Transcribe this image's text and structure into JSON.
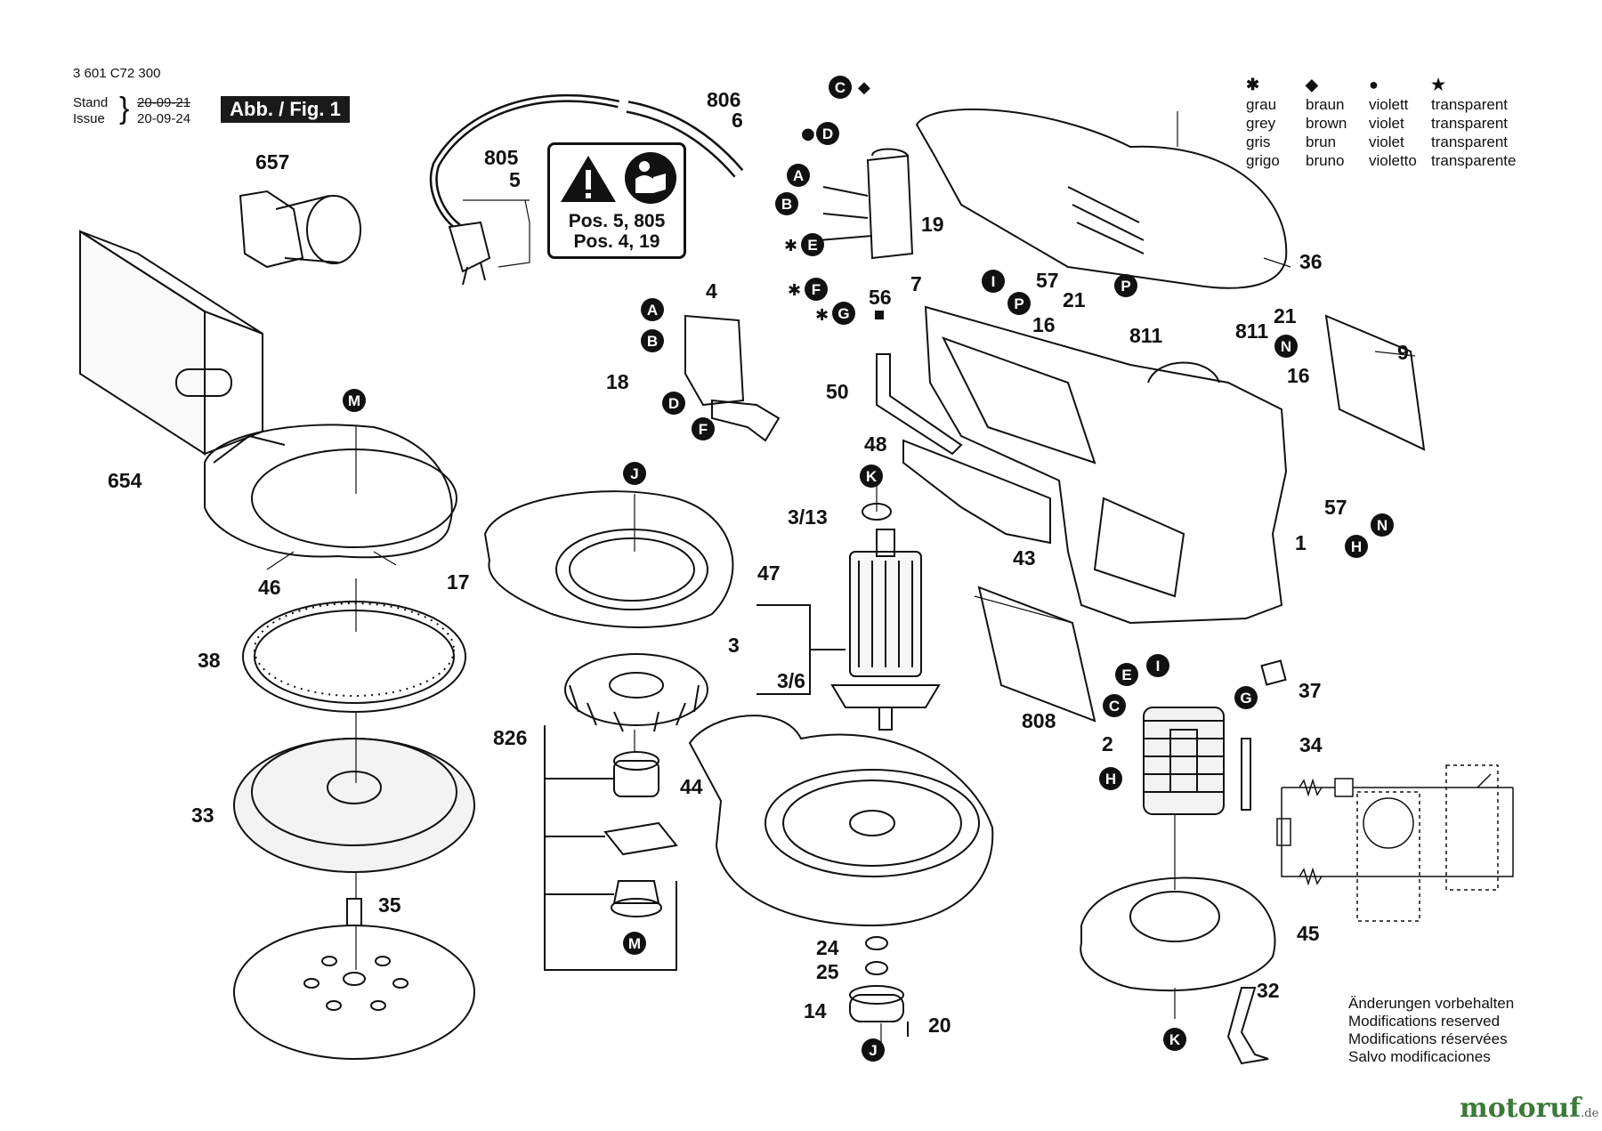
{
  "header": {
    "doc_number": "3 601 C72 300",
    "stand_label": "Stand",
    "issue_label": "Issue",
    "stand_date": "20-09-21",
    "issue_date": "20-09-24",
    "figure_label": "Abb. / Fig. 1"
  },
  "warning_box": {
    "line1": "Pos. 5, 805",
    "line2": "Pos. 4, 19"
  },
  "legend": {
    "columns": [
      {
        "symbol": "✱",
        "lines": [
          "grau",
          "grey",
          "gris",
          "grigo"
        ]
      },
      {
        "symbol": "◆",
        "lines": [
          "braun",
          "brown",
          "brun",
          "bruno"
        ]
      },
      {
        "symbol": "●",
        "lines": [
          "violett",
          "violet",
          "violet",
          "violetto"
        ]
      },
      {
        "symbol": "★",
        "lines": [
          "transparent",
          "transparent",
          "transparent",
          "transparente"
        ]
      }
    ]
  },
  "part_labels": [
    "657",
    "654",
    "805",
    "5",
    "806",
    "6",
    "4",
    "18",
    "19",
    "7",
    "57",
    "56",
    "36",
    "21",
    "16",
    "811",
    "811",
    "21",
    "16",
    "9",
    "50",
    "48",
    "3/13",
    "3",
    "3/6",
    "47",
    "46",
    "17",
    "38",
    "33",
    "35",
    "826",
    "44",
    "24",
    "25",
    "14",
    "20",
    "43",
    "1",
    "57",
    "808",
    "37",
    "2",
    "34",
    "45",
    "32"
  ],
  "markers": [
    "A",
    "B",
    "C",
    "D",
    "E",
    "F",
    "G",
    "A",
    "B",
    "D",
    "F",
    "M",
    "J",
    "K",
    "I",
    "P",
    "P",
    "N",
    "H",
    "N",
    "M",
    "E",
    "I",
    "C",
    "G",
    "H",
    "K",
    "J"
  ],
  "footer": {
    "note_lines": [
      "Änderungen vorbehalten",
      "Modifications reserved",
      "Modifications réservées",
      "Salvo modificaciones"
    ],
    "watermark": "motoruf",
    "watermark_suffix": ".de"
  },
  "colors": {
    "ink": "#111111",
    "watermark": "#3c7a3a"
  }
}
